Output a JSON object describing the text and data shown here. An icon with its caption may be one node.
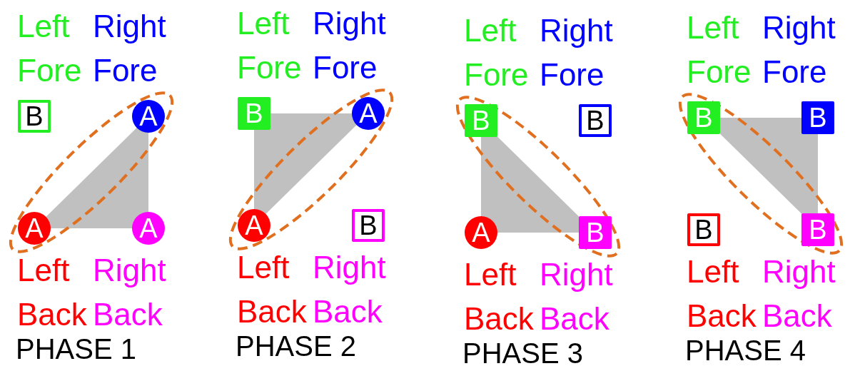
{
  "diagram": {
    "nodes": [
      {
        "text": [
          "B"
        ],
        "beside": [
          "Left Fore"
        ]
      },
      {
        "text": [
          "A"
        ],
        "beside": [
          "Right Fore"
        ]
      },
      {
        "text": [
          "A"
        ],
        "beside": [
          "Left Back"
        ]
      },
      {
        "text": [
          "A"
        ],
        "beside": [
          "Right Back"
        ]
      },
      {
        "text": [
          "B"
        ],
        "beside": [
          "Left Fore"
        ]
      },
      {
        "text": [
          "A"
        ],
        "beside": [
          "Right Fore"
        ]
      },
      {
        "text": [
          "A"
        ],
        "beside": [
          "Left Back"
        ]
      },
      {
        "text": [
          "B"
        ],
        "beside": [
          "Right Back"
        ]
      },
      {
        "text": [
          "B"
        ],
        "beside": [
          "Left Fore"
        ]
      },
      {
        "text": [
          "B"
        ],
        "beside": [
          "Right Fore"
        ]
      },
      {
        "text": [
          "A"
        ],
        "beside": [
          "Left Back"
        ]
      },
      {
        "text": [
          "B"
        ],
        "beside": [
          "Right Back"
        ]
      },
      {
        "text": [
          "B"
        ],
        "beside": [
          "Left Fore"
        ]
      },
      {
        "text": [
          "B"
        ],
        "beside": [
          "Right Fore"
        ]
      },
      {
        "text": [
          "B"
        ],
        "beside": [
          "Left Back"
        ]
      },
      {
        "text": [
          "B"
        ],
        "beside": [
          "Right Back"
        ]
      }
    ],
    "labels": [
      "PHASE 1",
      "PHASE 2",
      "PHASE 3",
      "PHASE 4"
    ]
  }
}
